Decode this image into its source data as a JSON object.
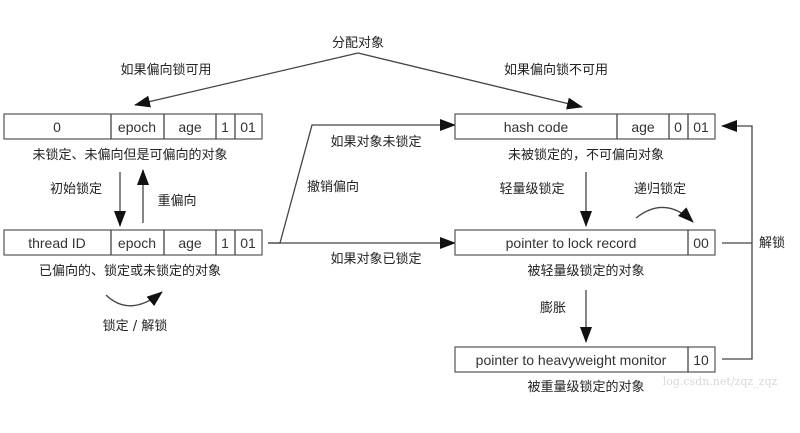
{
  "top_label": "分配对象",
  "branch_left_label": "如果偏向锁可用",
  "branch_right_label": "如果偏向锁不可用",
  "biasable": {
    "cells": [
      "0",
      "epoch",
      "age",
      "1",
      "01"
    ],
    "caption": "未锁定、未偏向但是可偏向的对象"
  },
  "biased": {
    "cells": [
      "thread ID",
      "epoch",
      "age",
      "1",
      "01"
    ],
    "caption": "已偏向的、锁定或未锁定的对象",
    "initial_lock_label": "初始锁定",
    "rebias_label": "重偏向",
    "lock_unlock_label": "锁定 / 解锁"
  },
  "revoke": {
    "label": "撤销偏向",
    "unlocked_label": "如果对象未锁定",
    "locked_label": "如果对象已锁定"
  },
  "unbiasable": {
    "cells": [
      "hash code",
      "age",
      "0",
      "01"
    ],
    "caption": "未被锁定的，不可偏向对象"
  },
  "lightweight": {
    "cells": [
      "pointer to lock record",
      "00"
    ],
    "caption": "被轻量级锁定的对象",
    "enter_label": "轻量级锁定",
    "recursive_label": "递归锁定"
  },
  "heavyweight": {
    "cells": [
      "pointer to heavyweight monitor",
      "10"
    ],
    "caption": "被重量级锁定的对象",
    "inflate_label": "膨胀"
  },
  "unlock_label": "解锁",
  "watermark": "log.csdn.net/zqz_zqz"
}
